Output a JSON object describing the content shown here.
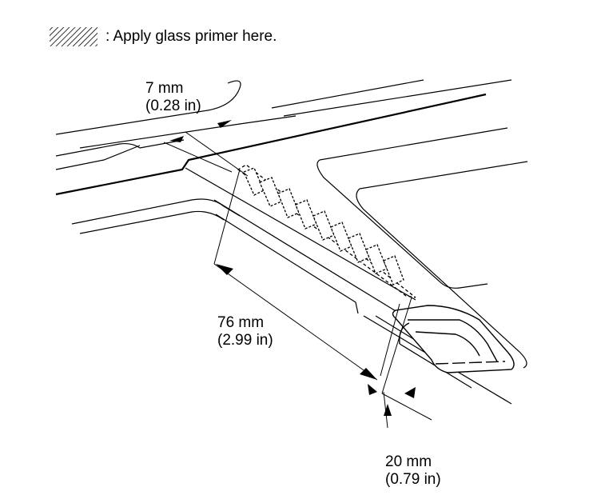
{
  "legend": {
    "text": ": Apply glass primer here."
  },
  "dimensions": {
    "top": {
      "metric": "7 mm",
      "imperial": "(0.28 in)"
    },
    "length": {
      "metric": "76 mm",
      "imperial": "(2.99 in)"
    },
    "bottom": {
      "metric": "20 mm",
      "imperial": "(0.79 in)"
    }
  },
  "colors": {
    "line": "#000000",
    "background": "#ffffff"
  }
}
